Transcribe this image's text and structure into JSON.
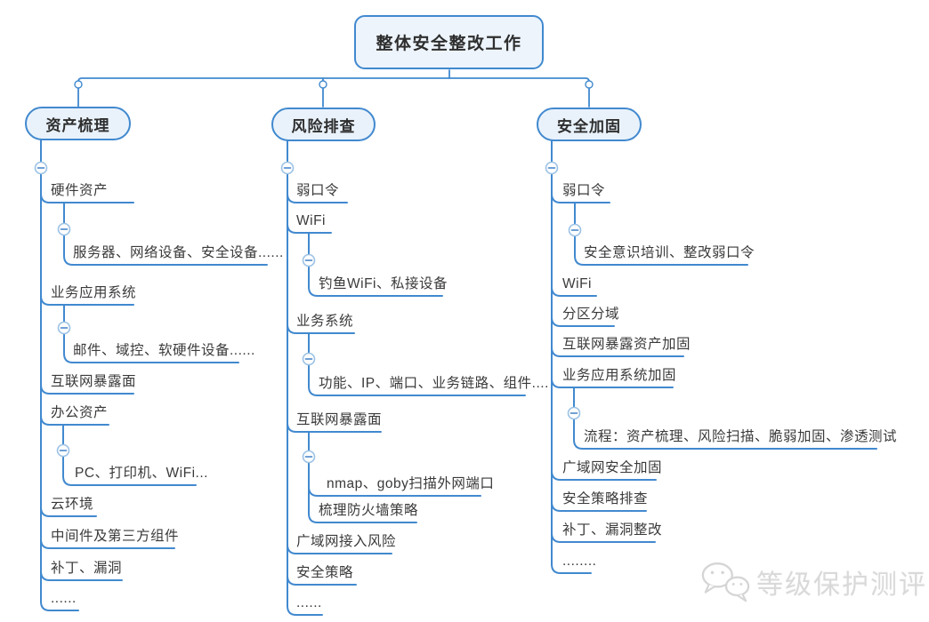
{
  "root_node": {
    "label": "整体安全整改工作"
  },
  "branches": [
    {
      "label": "资产梳理",
      "items": [
        {
          "label": "硬件资产",
          "children": [
            "服务器、网络设备、安全设备......"
          ]
        },
        {
          "label": "业务应用系统",
          "children": [
            "邮件、域控、软硬件设备......"
          ]
        },
        {
          "label": "互联网暴露面"
        },
        {
          "label": "办公资产",
          "children": [
            "PC、打印机、WiFi..."
          ]
        },
        {
          "label": "云环境"
        },
        {
          "label": "中间件及第三方组件"
        },
        {
          "label": "补丁、漏洞"
        },
        {
          "label": "......"
        }
      ]
    },
    {
      "label": "风险排查",
      "items": [
        {
          "label": "弱口令"
        },
        {
          "label": "WiFi",
          "children": [
            "钓鱼WiFi、私接设备"
          ]
        },
        {
          "label": "业务系统",
          "children": [
            "功能、IP、端口、业务链路、组件...."
          ]
        },
        {
          "label": "互联网暴露面",
          "children": [
            "nmap、goby扫描外网端口",
            "梳理防火墙策略"
          ]
        },
        {
          "label": "广域网接入风险"
        },
        {
          "label": "安全策略"
        },
        {
          "label": "......"
        }
      ]
    },
    {
      "label": "安全加固",
      "items": [
        {
          "label": "弱口令",
          "children": [
            "安全意识培训、整改弱口令"
          ]
        },
        {
          "label": "WiFi"
        },
        {
          "label": "分区分域"
        },
        {
          "label": "互联网暴露资产加固"
        },
        {
          "label": "业务应用系统加固",
          "children": [
            "流程：资产梳理、风险扫描、脆弱加固、渗透测试"
          ]
        },
        {
          "label": "广域网安全加固"
        },
        {
          "label": "安全策略排查"
        },
        {
          "label": "补丁、漏洞整改"
        },
        {
          "label": "........"
        }
      ]
    }
  ],
  "watermark": {
    "text": "等级保护测评"
  },
  "icons": {
    "collapse": "minus-circle",
    "watermark_logo": "wechat-logo"
  },
  "colors": {
    "line": "#4189cf",
    "node_border": "#4189cf",
    "node_fill": "#e9f2fb",
    "root_fill": "#edf4fc",
    "text": "#3a3a3a",
    "watermark": "#d9d9d9"
  }
}
